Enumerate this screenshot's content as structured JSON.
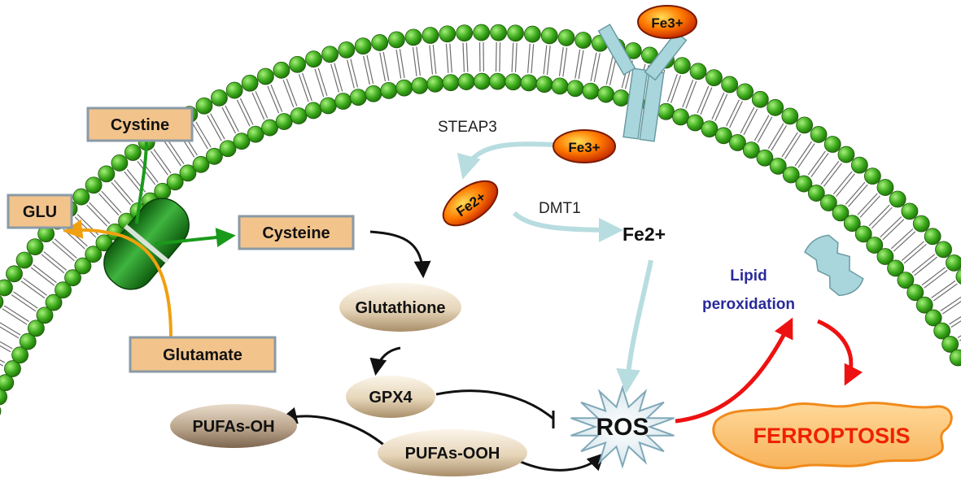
{
  "labels": {
    "cystine": "Cystine",
    "glu": "GLU",
    "cysteine": "Cysteine",
    "glutamate": "Glutamate",
    "glutathione": "Glutathione",
    "gpx4": "GPX4",
    "pufas_oh": "PUFAs-OH",
    "pufas_ooh": "PUFAs-OOH",
    "ros": "ROS",
    "ferroptosis": "FERROPTOSIS",
    "lipid_peroxidation_line1": "Lipid",
    "lipid_peroxidation_line2": "peroxidation",
    "steap3": "STEAP3",
    "dmt1": "DMT1",
    "fe2_free": "Fe2+",
    "fe3_outside": "Fe3+",
    "fe3_inside": "Fe3+",
    "fe2_oval": "Fe2+"
  },
  "colors": {
    "membrane_head": "#3aa81a",
    "membrane_head_light": "#8ee05a",
    "box_fill": "#f2c48c",
    "box_stroke": "#8a9aa6",
    "oval_light": "#f3e9d6",
    "oval_dark": "#a88e6a",
    "green_arrow": "#1a9a1a",
    "orange_arrow": "#f0a010",
    "teal_arrow": "#b8dde0",
    "red_arrow": "#ee1111",
    "lipid_text": "#2a2a9a",
    "ferroptosis_text": "#ee2200",
    "receptor": "#a9d6dc",
    "iron_fill": "#ff5a00"
  }
}
